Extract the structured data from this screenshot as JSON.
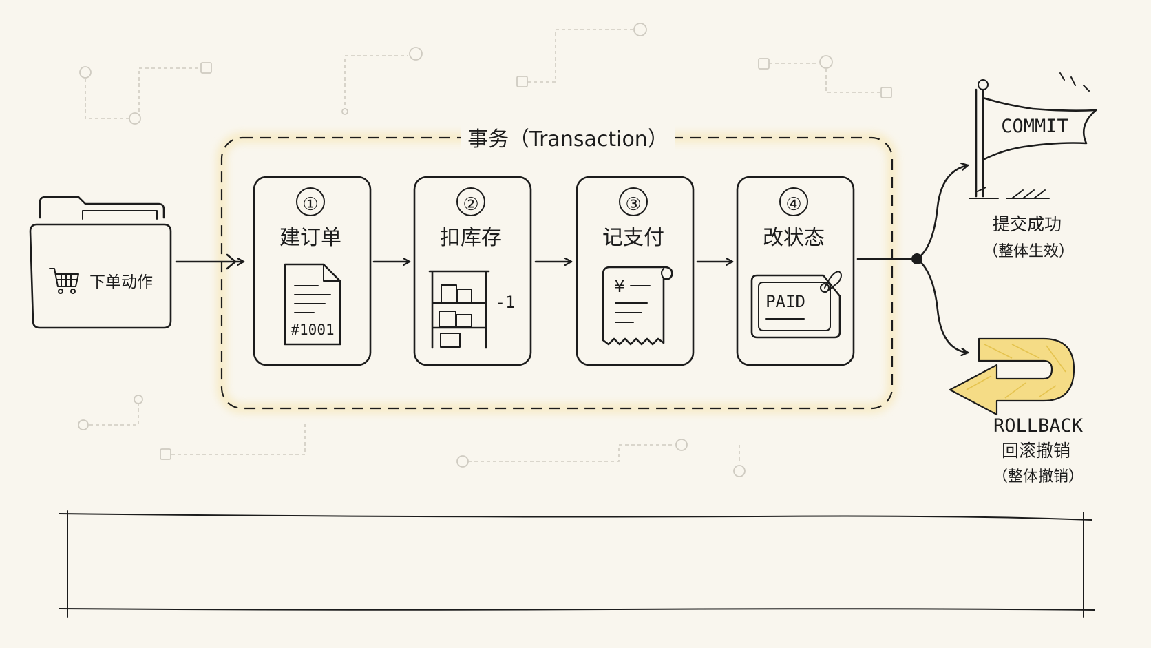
{
  "title": "事务（Transaction）",
  "source": {
    "label": "下单动作",
    "icon": "shopping-cart-icon",
    "container_icon": "folder-icon"
  },
  "steps": [
    {
      "number": "①",
      "label": "建订单",
      "icon": "document-icon",
      "icon_text": "#1001"
    },
    {
      "number": "②",
      "label": "扣库存",
      "icon": "warehouse-shelf-icon",
      "icon_text": "-1"
    },
    {
      "number": "③",
      "label": "记支付",
      "icon": "receipt-icon",
      "icon_text": "¥"
    },
    {
      "number": "④",
      "label": "改状态",
      "icon": "price-tag-icon",
      "icon_text": "PAID"
    }
  ],
  "commit": {
    "flag_text": "COMMIT",
    "label": "提交成功",
    "sublabel": "（整体生效）",
    "icon": "flag-icon"
  },
  "rollback": {
    "title": "ROLLBACK",
    "label": "回滚撤销",
    "sublabel": "（整体撤销）",
    "icon": "u-turn-arrow-icon"
  },
  "colors": {
    "ink": "#1c1c1c",
    "background": "#f9f6ee",
    "transaction_border": "#f2d47a",
    "rollback_arrow": "#f5dc86",
    "decoration": "#cfcbc1"
  }
}
